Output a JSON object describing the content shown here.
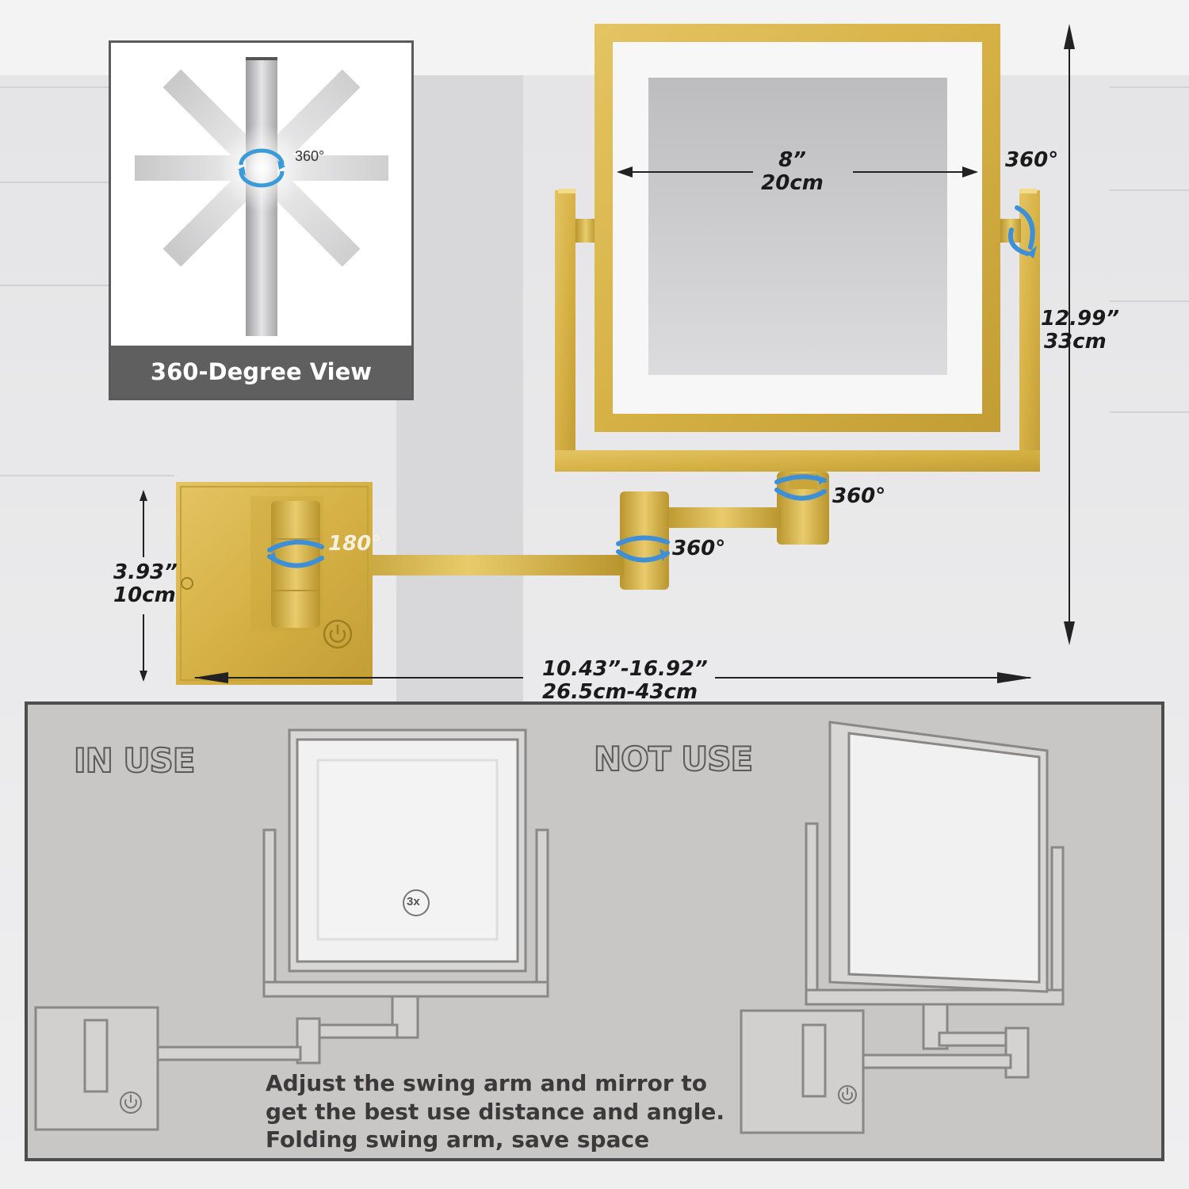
{
  "inset": {
    "angle_label": "360°",
    "caption": "360-Degree View"
  },
  "dimensions": {
    "width_in": "8”",
    "width_cm": "20cm",
    "height_in": "12.99”",
    "height_cm": "33cm",
    "base_in": "3.93”",
    "base_cm": "10cm",
    "reach_in": "10.43”-16.92”",
    "reach_cm": "26.5cm-43cm"
  },
  "rotations": {
    "top_right": "360°",
    "neck": "360°",
    "elbow": "360°",
    "wall_joint": "180°"
  },
  "colors": {
    "gold": "#d9b64a",
    "gold_dark": "#b8962e",
    "rotation_arrow": "#3d8fd8",
    "panel_bg": "#c9c6c6"
  },
  "lower_panel": {
    "in_use_title": "IN USE",
    "not_use_title": "NOT USE",
    "magnification": "3x",
    "description": [
      "Adjust the swing arm and mirror to",
      "get the best use distance and angle.",
      "Folding swing arm, save space"
    ]
  },
  "icons": [
    "power-button-icon",
    "rotation-arrow-icon",
    "dimension-arrow-icon"
  ]
}
